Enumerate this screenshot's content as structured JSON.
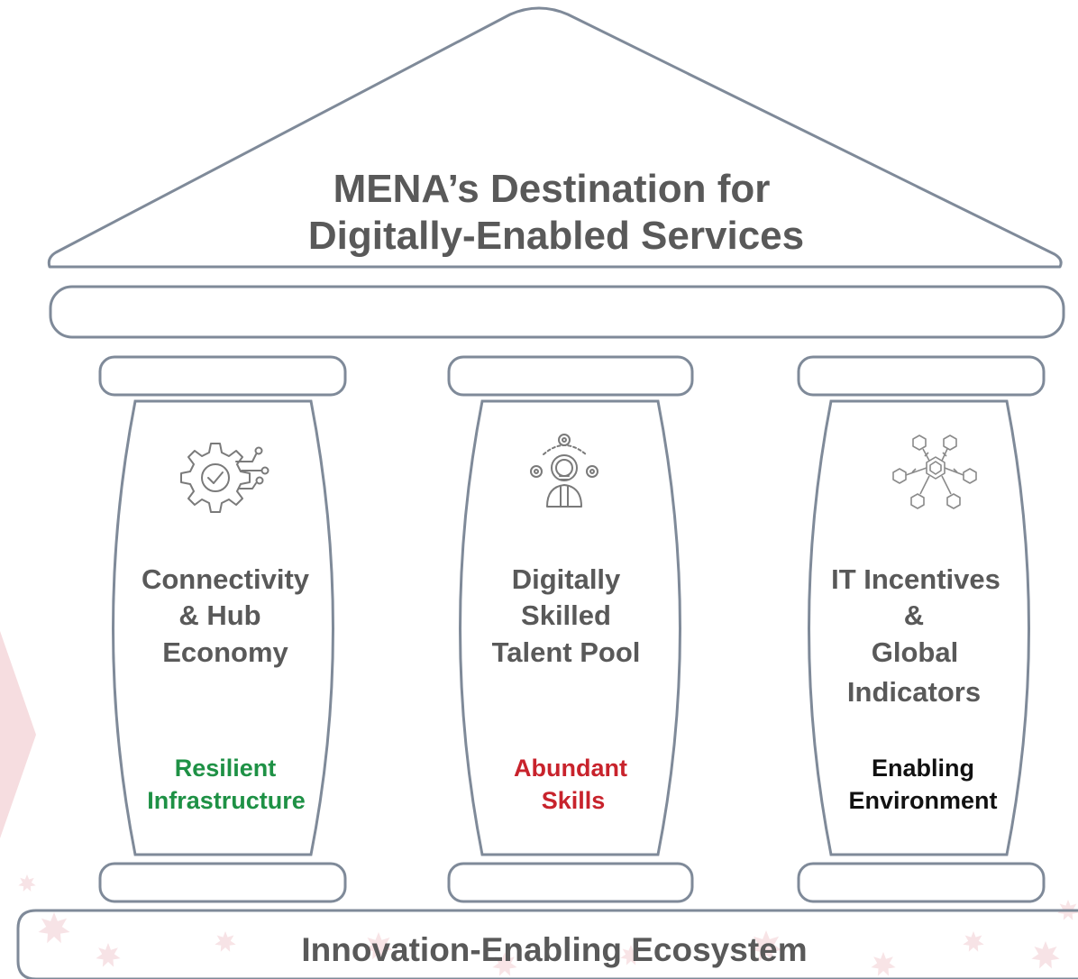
{
  "roof": {
    "title_line1": "MENA’s Destination for",
    "title_line2": "Digitally-Enabled Services"
  },
  "pillars": [
    {
      "icon": "gear-check-circuit-icon",
      "label_lines": [
        "Connectivity",
        "& Hub",
        "Economy"
      ],
      "sub_lines": [
        "Resilient",
        "Infrastructure"
      ],
      "sub_color": "#1e9145"
    },
    {
      "icon": "person-lightbulb-gears-icon",
      "label_lines": [
        "Digitally",
        "Skilled",
        "Talent Pool"
      ],
      "sub_lines": [
        "Abundant",
        "Skills"
      ],
      "sub_color": "#c8232c"
    },
    {
      "icon": "hexagon-network-icon",
      "label_lines": [
        "IT Incentives",
        "&",
        "Global",
        "Indicators"
      ],
      "sub_lines": [
        "Enabling",
        "Environment"
      ],
      "sub_color": "#111111"
    }
  ],
  "base": {
    "label": "Innovation-Enabling Ecosystem"
  },
  "colors": {
    "outline": "#7f8a99",
    "text": "#595959",
    "background_motif": "#f3d3d7"
  }
}
